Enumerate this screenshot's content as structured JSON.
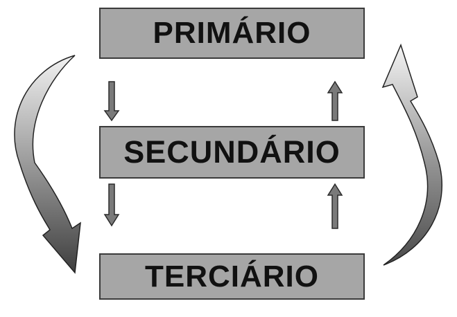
{
  "diagram": {
    "sectors": {
      "primary": "PRIMÁRIO",
      "secondary": "SECUNDÁRIO",
      "tertiary": "TERCIÁRIO"
    },
    "colors": {
      "box_fill": "#a6a6a6",
      "box_border": "#3a3a3a",
      "text": "#111111",
      "arrow": "#7a7a7a"
    }
  }
}
